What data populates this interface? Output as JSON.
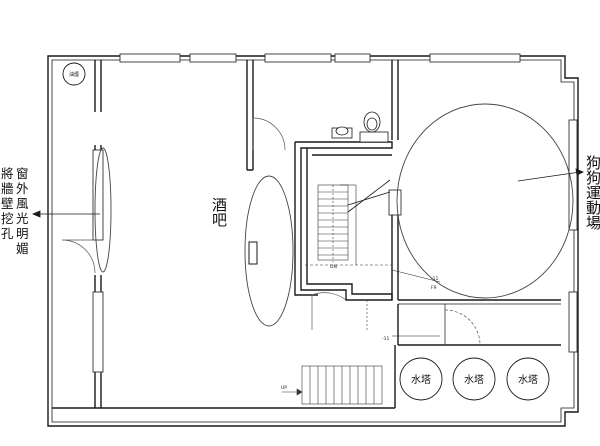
{
  "labels": {
    "exhaust_tag": "油煙",
    "bar": "酒吧",
    "dog_area": "狗狗運動場",
    "window_note_lines": [
      "將窗",
      "牆外",
      "壁風",
      "挖光",
      "孔明",
      "媚"
    ],
    "stair_dn": "DN",
    "stair_up": "UP",
    "level_upper": "-11",
    "level_upper_b": "F9",
    "level_lower": "-11",
    "tank1": "水塔",
    "tank2": "水塔",
    "tank3": "水塔"
  },
  "colors": {
    "line": "#1a1a1a",
    "thin": "#333333",
    "bg": "#ffffff"
  }
}
